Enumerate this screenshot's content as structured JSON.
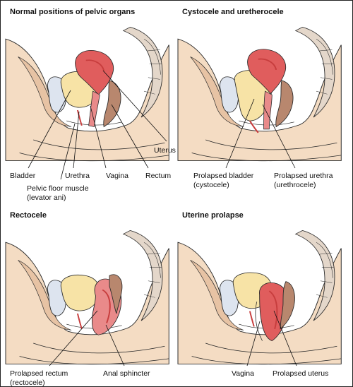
{
  "colors": {
    "skin": "#f4dcc3",
    "skinShade": "#e7c3a4",
    "outline": "#2a2a2a",
    "bladder": "#f7e3a6",
    "pubis": "#dde4ef",
    "uterus": "#e05d5d",
    "uterusInner": "#c73d3d",
    "rectum": "#b8876e",
    "sacrum": "#e4d7ca"
  },
  "panels": {
    "normal": {
      "title": "Normal positions of pelvic organs",
      "labels": {
        "bladder": "Bladder",
        "urethra": "Urethra",
        "vagina": "Vagina",
        "rectum": "Rectum",
        "uterus": "Uterus",
        "pelvic_floor_1": "Pelvic floor muscle",
        "pelvic_floor_2": "(levator ani)"
      }
    },
    "cystocele": {
      "title": "Cystocele and uretherocele",
      "labels": {
        "prolapsed_bladder_1": "Prolapsed bladder",
        "prolapsed_bladder_2": "(cystocele)",
        "prolapsed_urethra_1": "Prolapsed urethra",
        "prolapsed_urethra_2": "(urethrocele)"
      }
    },
    "rectocele": {
      "title": "Rectocele",
      "labels": {
        "prolapsed_rectum_1": "Prolapsed rectum",
        "prolapsed_rectum_2": "(rectocele)",
        "anal_sphincter": "Anal sphincter"
      }
    },
    "uterine": {
      "title": "Uterine prolapse",
      "labels": {
        "vagina": "Vagina",
        "prolapsed_uterus": "Prolapsed uterus"
      }
    }
  }
}
